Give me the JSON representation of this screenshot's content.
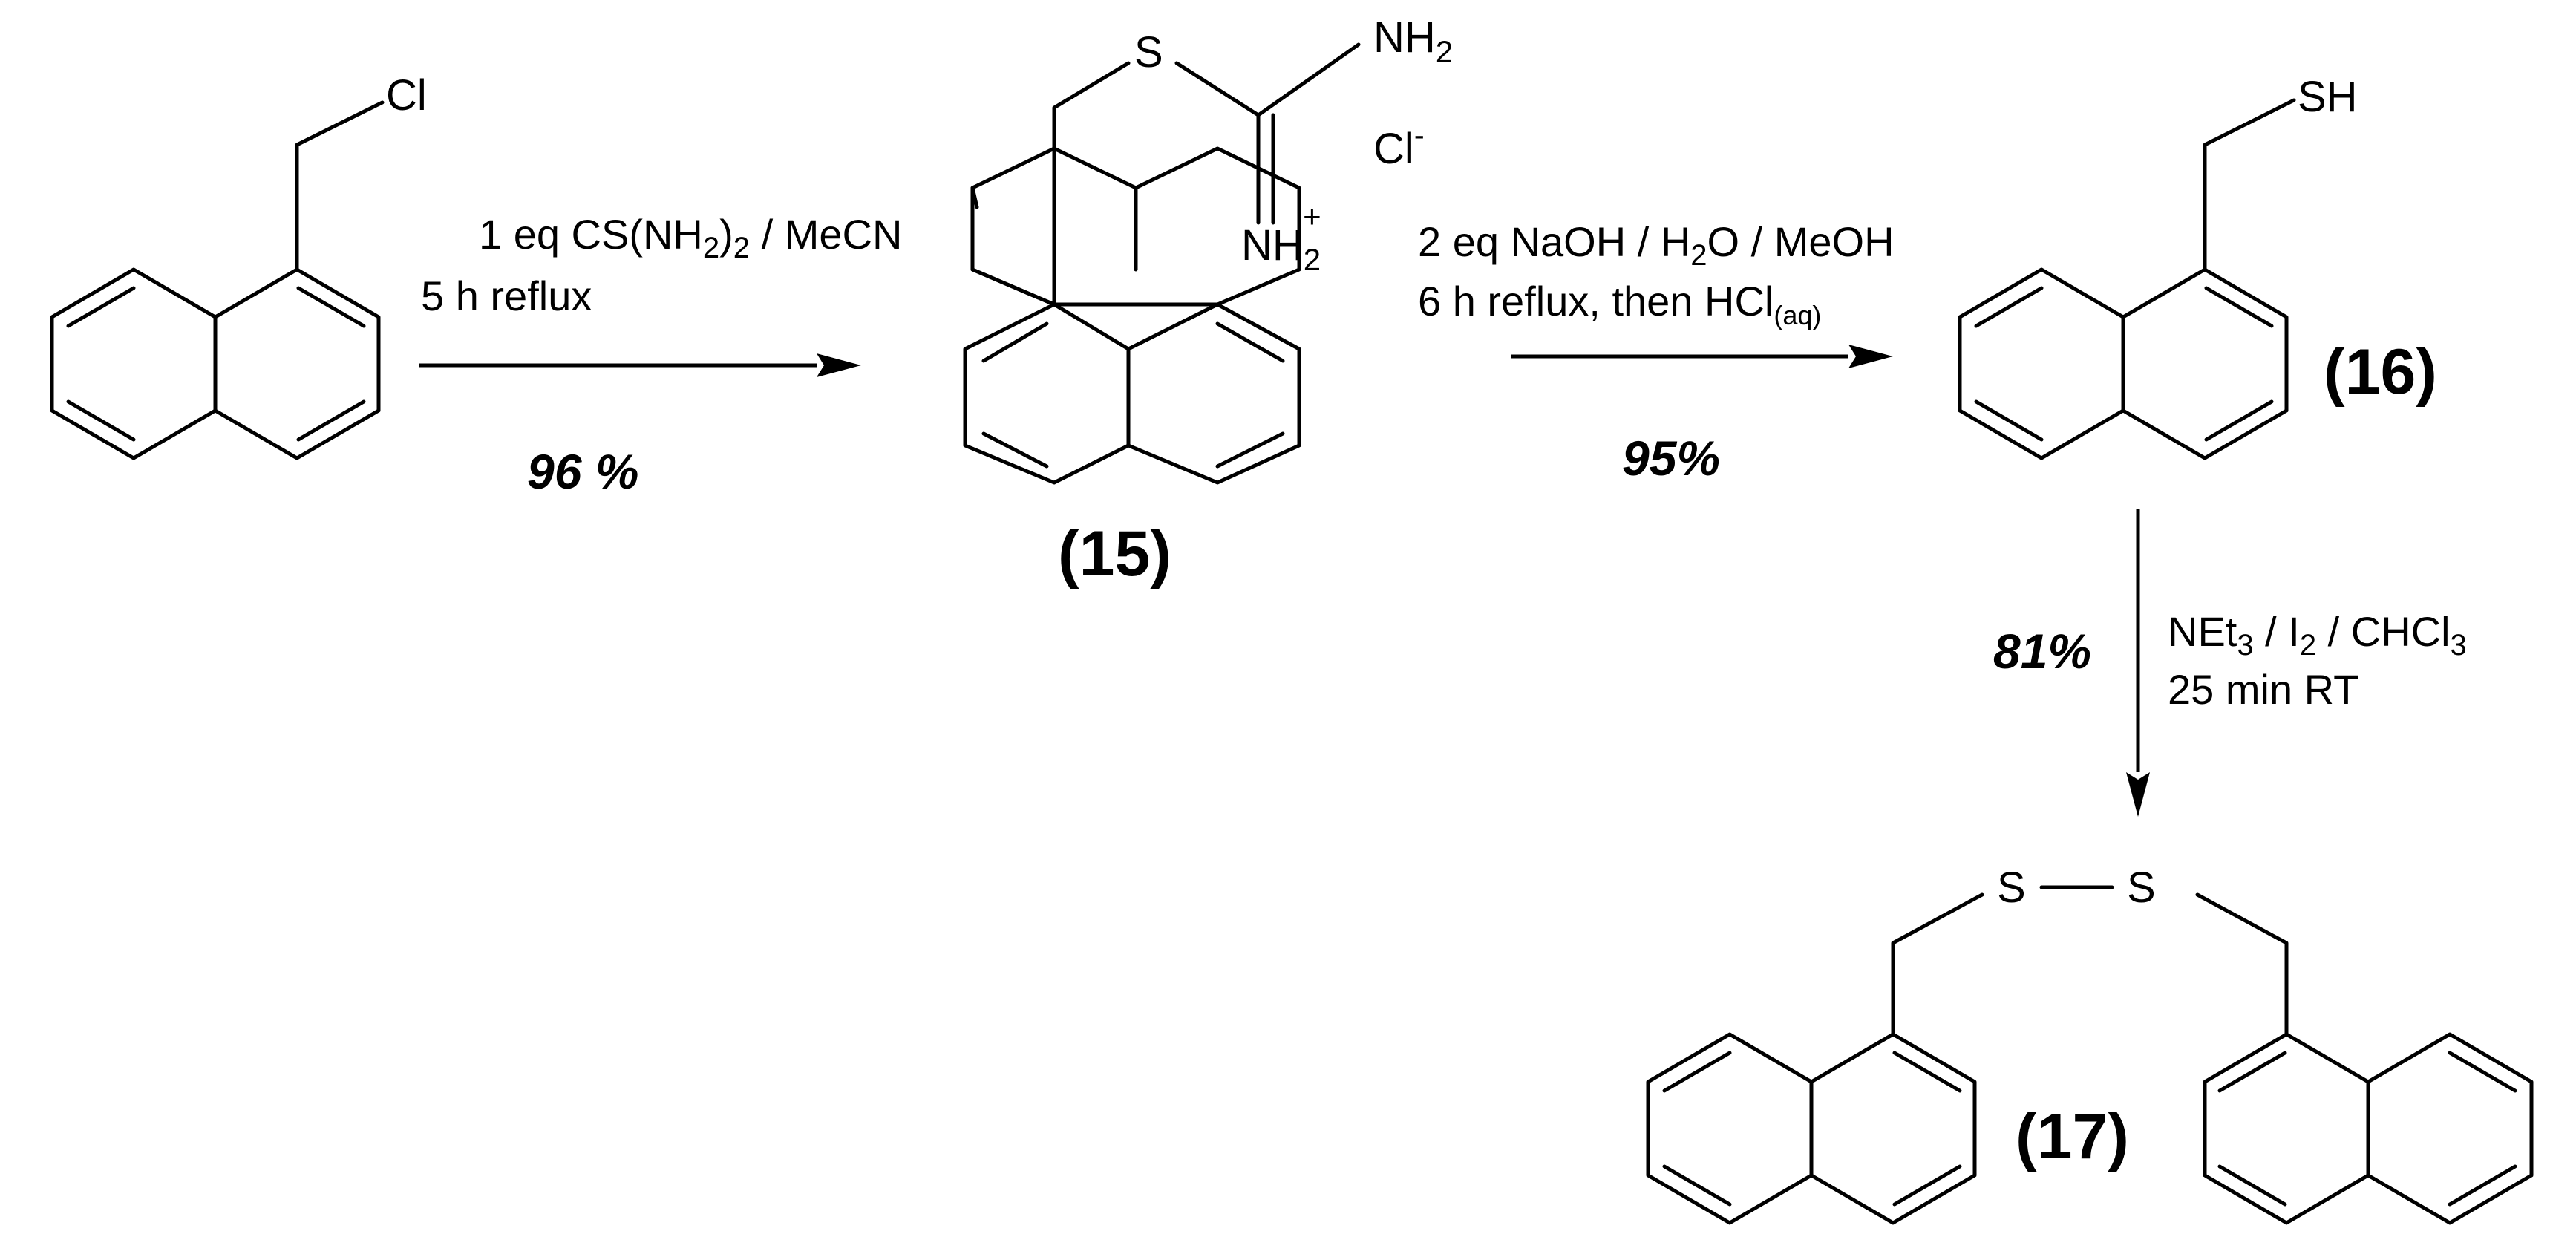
{
  "atoms": {
    "cl_start": "Cl",
    "s15": "S",
    "nh2_top": "NH",
    "nh2_top_sub": "2",
    "chloride": "Cl",
    "chloride_charge": "-",
    "nh2_plus": "NH",
    "nh2_plus_sub": "2",
    "nh2_plus_charge": "+",
    "sh16": "SH",
    "s17_left": "S",
    "s17_right": "S"
  },
  "steps": {
    "step1": {
      "line1_a": "1 eq CS(NH",
      "line1_sub": "2",
      "line1_b": ")",
      "line1_sub2": "2",
      "line1_c": " / MeCN",
      "line2": "5 h reflux",
      "yield": "96 %"
    },
    "step2": {
      "line1_a": "2 eq NaOH / H",
      "line1_sub": "2",
      "line1_b": "O / MeOH",
      "line2_a": "6 h reflux, then HCl",
      "line2_sub": "(aq)",
      "yield": "95%"
    },
    "step3": {
      "line1_a": "NEt",
      "line1_sub": "3",
      "line1_b": " / I",
      "line1_sub2": "2",
      "line1_c": " / CHCl",
      "line1_sub3": "3",
      "line2": "25 min RT",
      "yield": "81%"
    }
  },
  "compounds": {
    "c15": "(15)",
    "c16": "(16)",
    "c17": "(17)"
  }
}
